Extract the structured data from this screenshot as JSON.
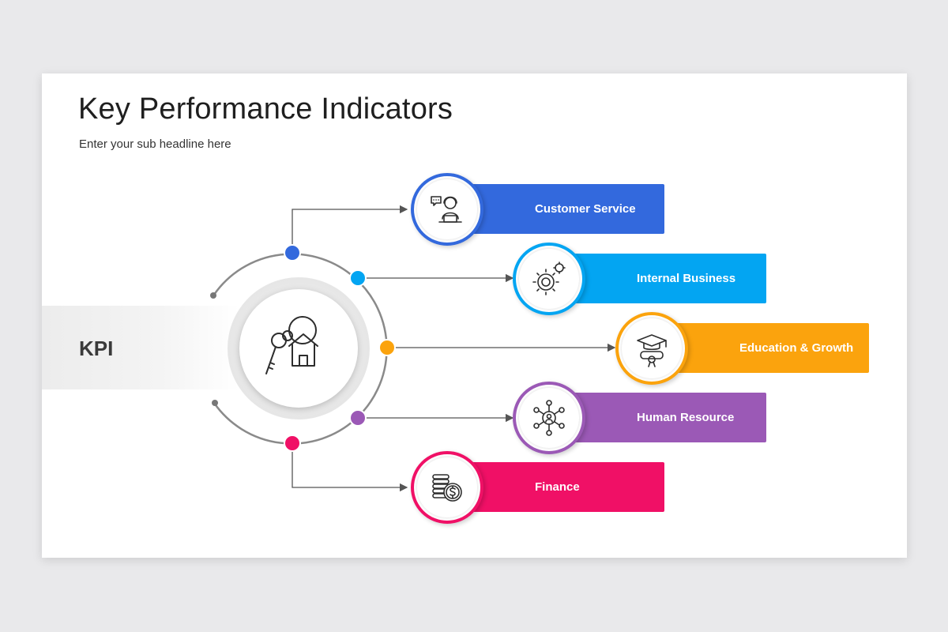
{
  "slide": {
    "title": "Key Performance Indicators",
    "subtitle": "Enter your sub headline here",
    "kpi_label": "KPI",
    "center_icon": "house-key-icon"
  },
  "items": [
    {
      "label": "Customer Service",
      "color": "#3369dd",
      "icon": "customer-service-agent-icon"
    },
    {
      "label": "Internal Business",
      "color": "#03a5f2",
      "icon": "gear-business-icon"
    },
    {
      "label": "Education & Growth",
      "color": "#fba30d",
      "icon": "graduation-diploma-icon"
    },
    {
      "label": "Human Resource",
      "color": "#9b59b6",
      "icon": "people-network-icon"
    },
    {
      "label": "Finance",
      "color": "#f01066",
      "icon": "coins-dollar-icon"
    }
  ]
}
